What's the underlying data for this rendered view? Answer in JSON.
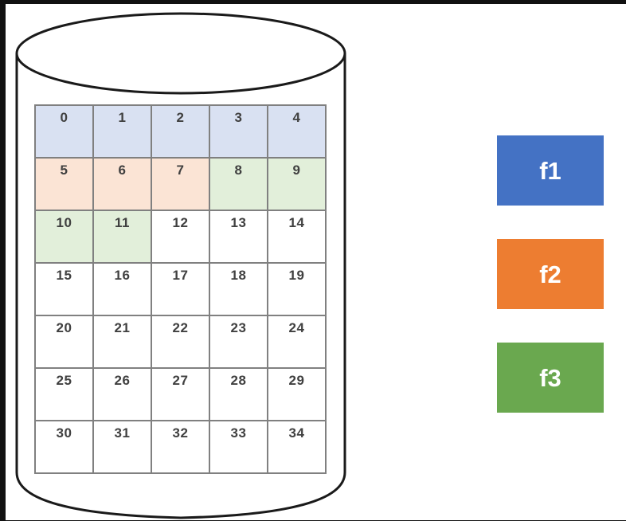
{
  "diagram": {
    "title": "database-cylinder-block-layout",
    "container_shape": "cylinder",
    "grid": {
      "columns": 5,
      "rows": 7,
      "cells": [
        {
          "value": "0",
          "color_key": "blue"
        },
        {
          "value": "1",
          "color_key": "blue"
        },
        {
          "value": "2",
          "color_key": "blue"
        },
        {
          "value": "3",
          "color_key": "blue"
        },
        {
          "value": "4",
          "color_key": "blue"
        },
        {
          "value": "5",
          "color_key": "peach"
        },
        {
          "value": "6",
          "color_key": "peach"
        },
        {
          "value": "7",
          "color_key": "peach"
        },
        {
          "value": "8",
          "color_key": "green"
        },
        {
          "value": "9",
          "color_key": "green"
        },
        {
          "value": "10",
          "color_key": "green"
        },
        {
          "value": "11",
          "color_key": "green"
        },
        {
          "value": "12",
          "color_key": "white"
        },
        {
          "value": "13",
          "color_key": "white"
        },
        {
          "value": "14",
          "color_key": "white"
        },
        {
          "value": "15",
          "color_key": "white"
        },
        {
          "value": "16",
          "color_key": "white"
        },
        {
          "value": "17",
          "color_key": "white"
        },
        {
          "value": "18",
          "color_key": "white"
        },
        {
          "value": "19",
          "color_key": "white"
        },
        {
          "value": "20",
          "color_key": "white"
        },
        {
          "value": "21",
          "color_key": "white"
        },
        {
          "value": "22",
          "color_key": "white"
        },
        {
          "value": "23",
          "color_key": "white"
        },
        {
          "value": "24",
          "color_key": "white"
        },
        {
          "value": "25",
          "color_key": "white"
        },
        {
          "value": "26",
          "color_key": "white"
        },
        {
          "value": "27",
          "color_key": "white"
        },
        {
          "value": "28",
          "color_key": "white"
        },
        {
          "value": "29",
          "color_key": "white"
        },
        {
          "value": "30",
          "color_key": "white"
        },
        {
          "value": "31",
          "color_key": "white"
        },
        {
          "value": "32",
          "color_key": "white"
        },
        {
          "value": "33",
          "color_key": "white"
        },
        {
          "value": "34",
          "color_key": "white"
        }
      ],
      "cell_fill_colors": {
        "blue": "#d9e1f2",
        "peach": "#fbe4d5",
        "green": "#e2efda",
        "white": "#ffffff"
      },
      "border_color": "#808080",
      "text_color": "#404040"
    },
    "legend": {
      "items": [
        {
          "label": "f1",
          "color": "#4472c4",
          "text_color": "#ffffff"
        },
        {
          "label": "f2",
          "color": "#ed7d31",
          "text_color": "#ffffff"
        },
        {
          "label": "f3",
          "color": "#6aa84f",
          "text_color": "#ffffff"
        }
      ]
    },
    "outline_color": "#1a1a1a",
    "background": "#ffffff",
    "frame_color": "#111111"
  }
}
